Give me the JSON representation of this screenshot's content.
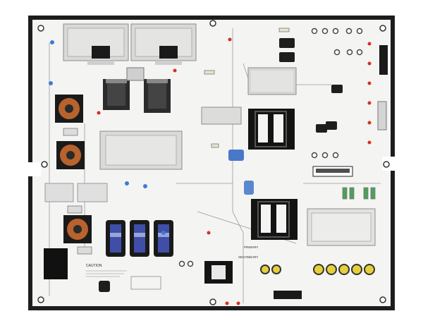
{
  "photo": {
    "subject": "power-supply-circuit-board",
    "colors": {
      "background": "#ffffff",
      "pcb_white": "#f4f4f2",
      "pcb_edge": "#1d1d1d",
      "heatsink": "#d9d9d7",
      "transformer_black": "#141414",
      "capacitor_blue": "#3f4fa8",
      "coil_copper": "#b8622e",
      "label_text": "#2a2a2a"
    }
  },
  "markings": {
    "caution": "CAUTION",
    "primary": "PRIMARY",
    "secondary": "SECONDARY"
  }
}
